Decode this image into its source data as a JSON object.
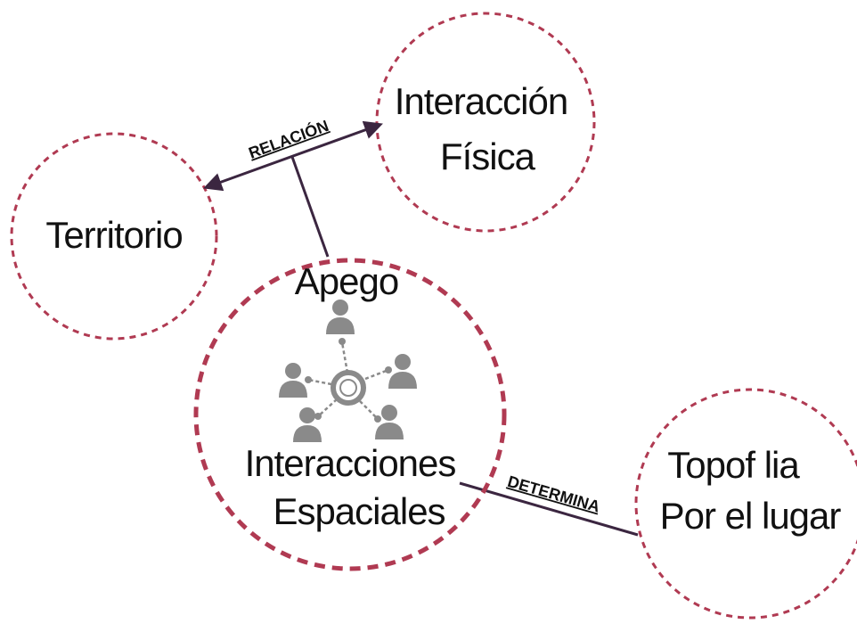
{
  "colors": {
    "circle_stroke": "#b03a52",
    "connector": "#3b2640",
    "icon": "#8a8a8a",
    "text": "#111111"
  },
  "nodes": {
    "territorio": {
      "label": "Territorio"
    },
    "interaccion_fisica": {
      "line1": "Interacción",
      "line2": "Física"
    },
    "apego": {
      "top_label": "Apego",
      "line1": "Interacciones",
      "line2": "Espaciales",
      "icon": "people-network-icon"
    },
    "topofilia": {
      "line1": "Topof lia",
      "line2": "Por el lugar"
    }
  },
  "edges": {
    "relacion": {
      "label": "RELACIÓN"
    },
    "determina": {
      "label": "DETERMINA"
    }
  }
}
